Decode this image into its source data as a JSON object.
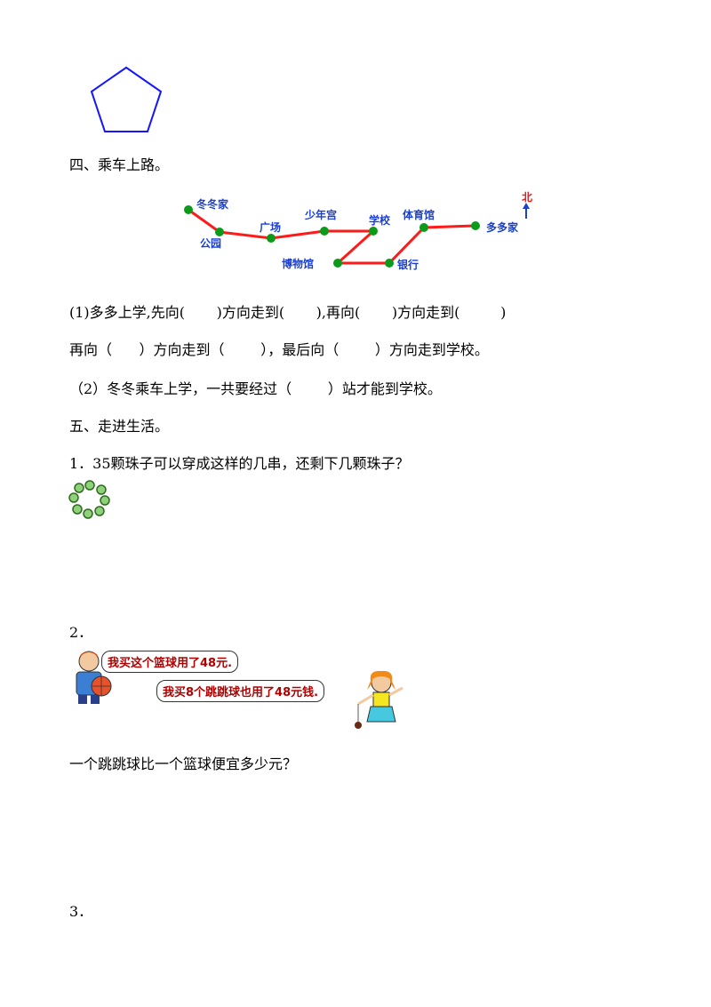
{
  "section4": {
    "heading": "四、乘车上路。",
    "map": {
      "stations": [
        "冬冬家",
        "公园",
        "广场",
        "少年宫",
        "学校",
        "体育馆",
        "多多家",
        "博物馆",
        "银行"
      ],
      "north_label": "北"
    },
    "q1_line1": "(1)多多上学,先向(       )方向走到(       ),再向(       )方向走到(         )",
    "q1_line2": "再向（      ）方向走到（        ），最后向（        ）方向走到学校。",
    "q2": "（2）冬冬乘车上学，一共要经过（        ）站才能到学校。"
  },
  "section5": {
    "heading": "五、走进生活。",
    "p1": "1．35颗珠子可以穿成这样的几串，还剩下几颗珠子？",
    "p2_num": "2．",
    "boy_says": "我买这个篮球用了48元.",
    "girl_says": "我买8个跳跳球也用了48元钱.",
    "p2_question": "一个跳跳球比一个篮球便宜多少元？",
    "p3_num": "3．"
  }
}
